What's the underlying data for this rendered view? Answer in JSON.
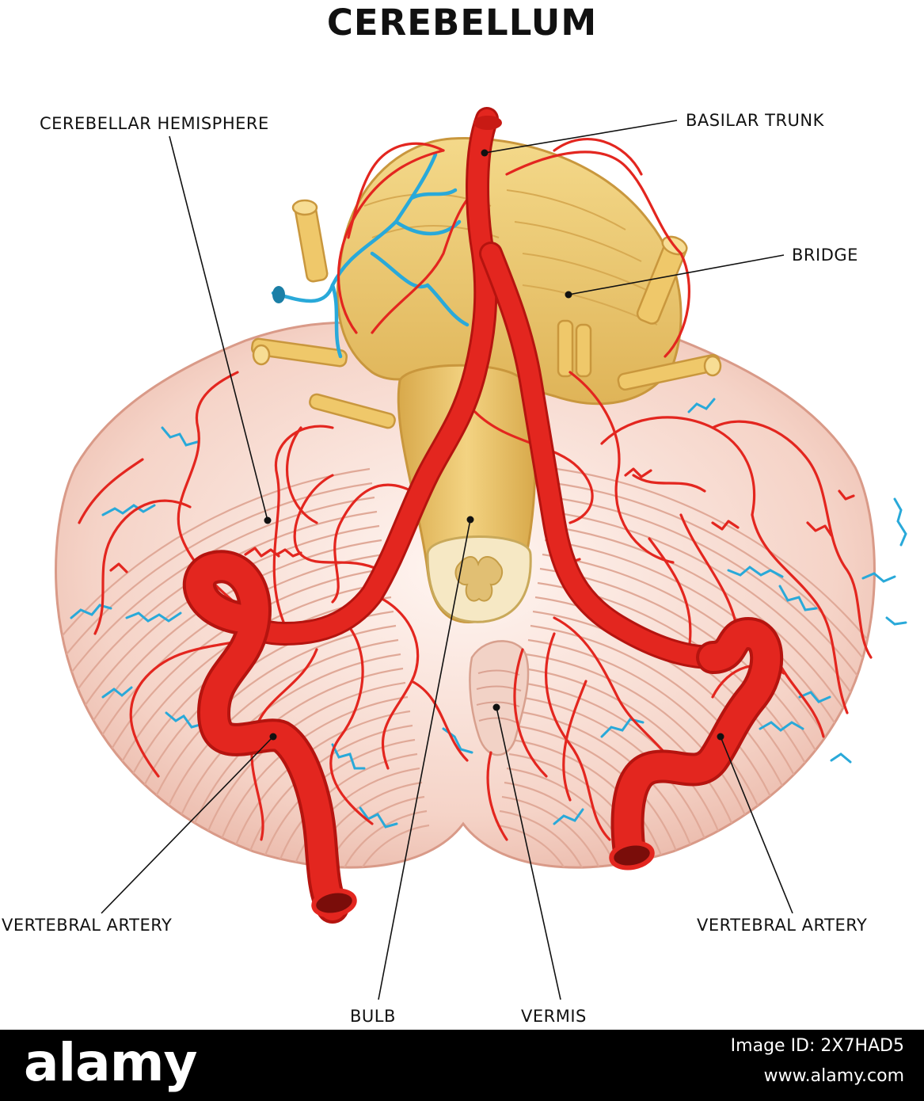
{
  "title": "CEREBELLUM",
  "labels": {
    "cerebellar_hemisphere": "CEREBELLAR HEMISPHERE",
    "basilar_trunk": "BASILAR TRUNK",
    "bridge": "BRIDGE",
    "vertebral_artery_left": "VERTEBRAL ARTERY",
    "vertebral_artery_right": "VERTEBRAL ARTERY",
    "bulb": "BULB",
    "vermis": "VERMIS"
  },
  "footer": {
    "brand": "alamy",
    "image_id": "Image ID: 2X7HAD5",
    "url": "www.alamy.com"
  },
  "colors": {
    "artery": "#e3261f",
    "artery_dark": "#b5140f",
    "vein": "#29a9d9",
    "brainstem": "#e9c46a",
    "cerebellum": "#f6d6cc",
    "folia": "#e3b3a6"
  }
}
